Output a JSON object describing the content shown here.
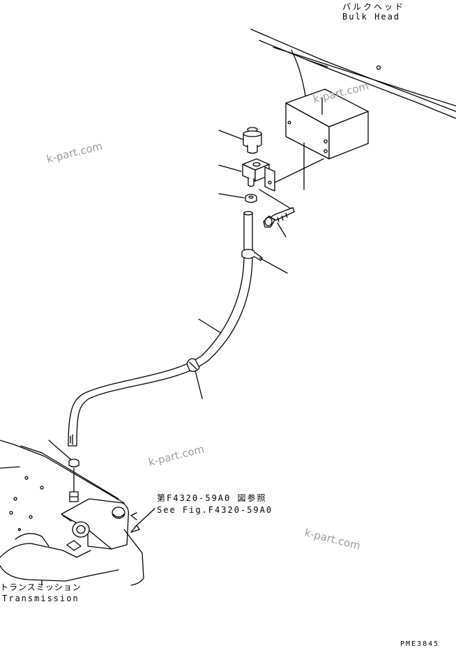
{
  "labels": {
    "bulkhead_jp": "バルクヘッド",
    "bulkhead_en": "Bulk Head",
    "ref_jp": "第F4320-59A0 図参照",
    "ref_en": "See Fig.F4320-59A0",
    "transmission_jp": "トランスミッション",
    "transmission_en": "Transmission",
    "drawing_code": "PME3845"
  },
  "watermarks": [
    "k-part.com",
    "k-part.com",
    "k-part.com",
    "k-part.com"
  ]
}
